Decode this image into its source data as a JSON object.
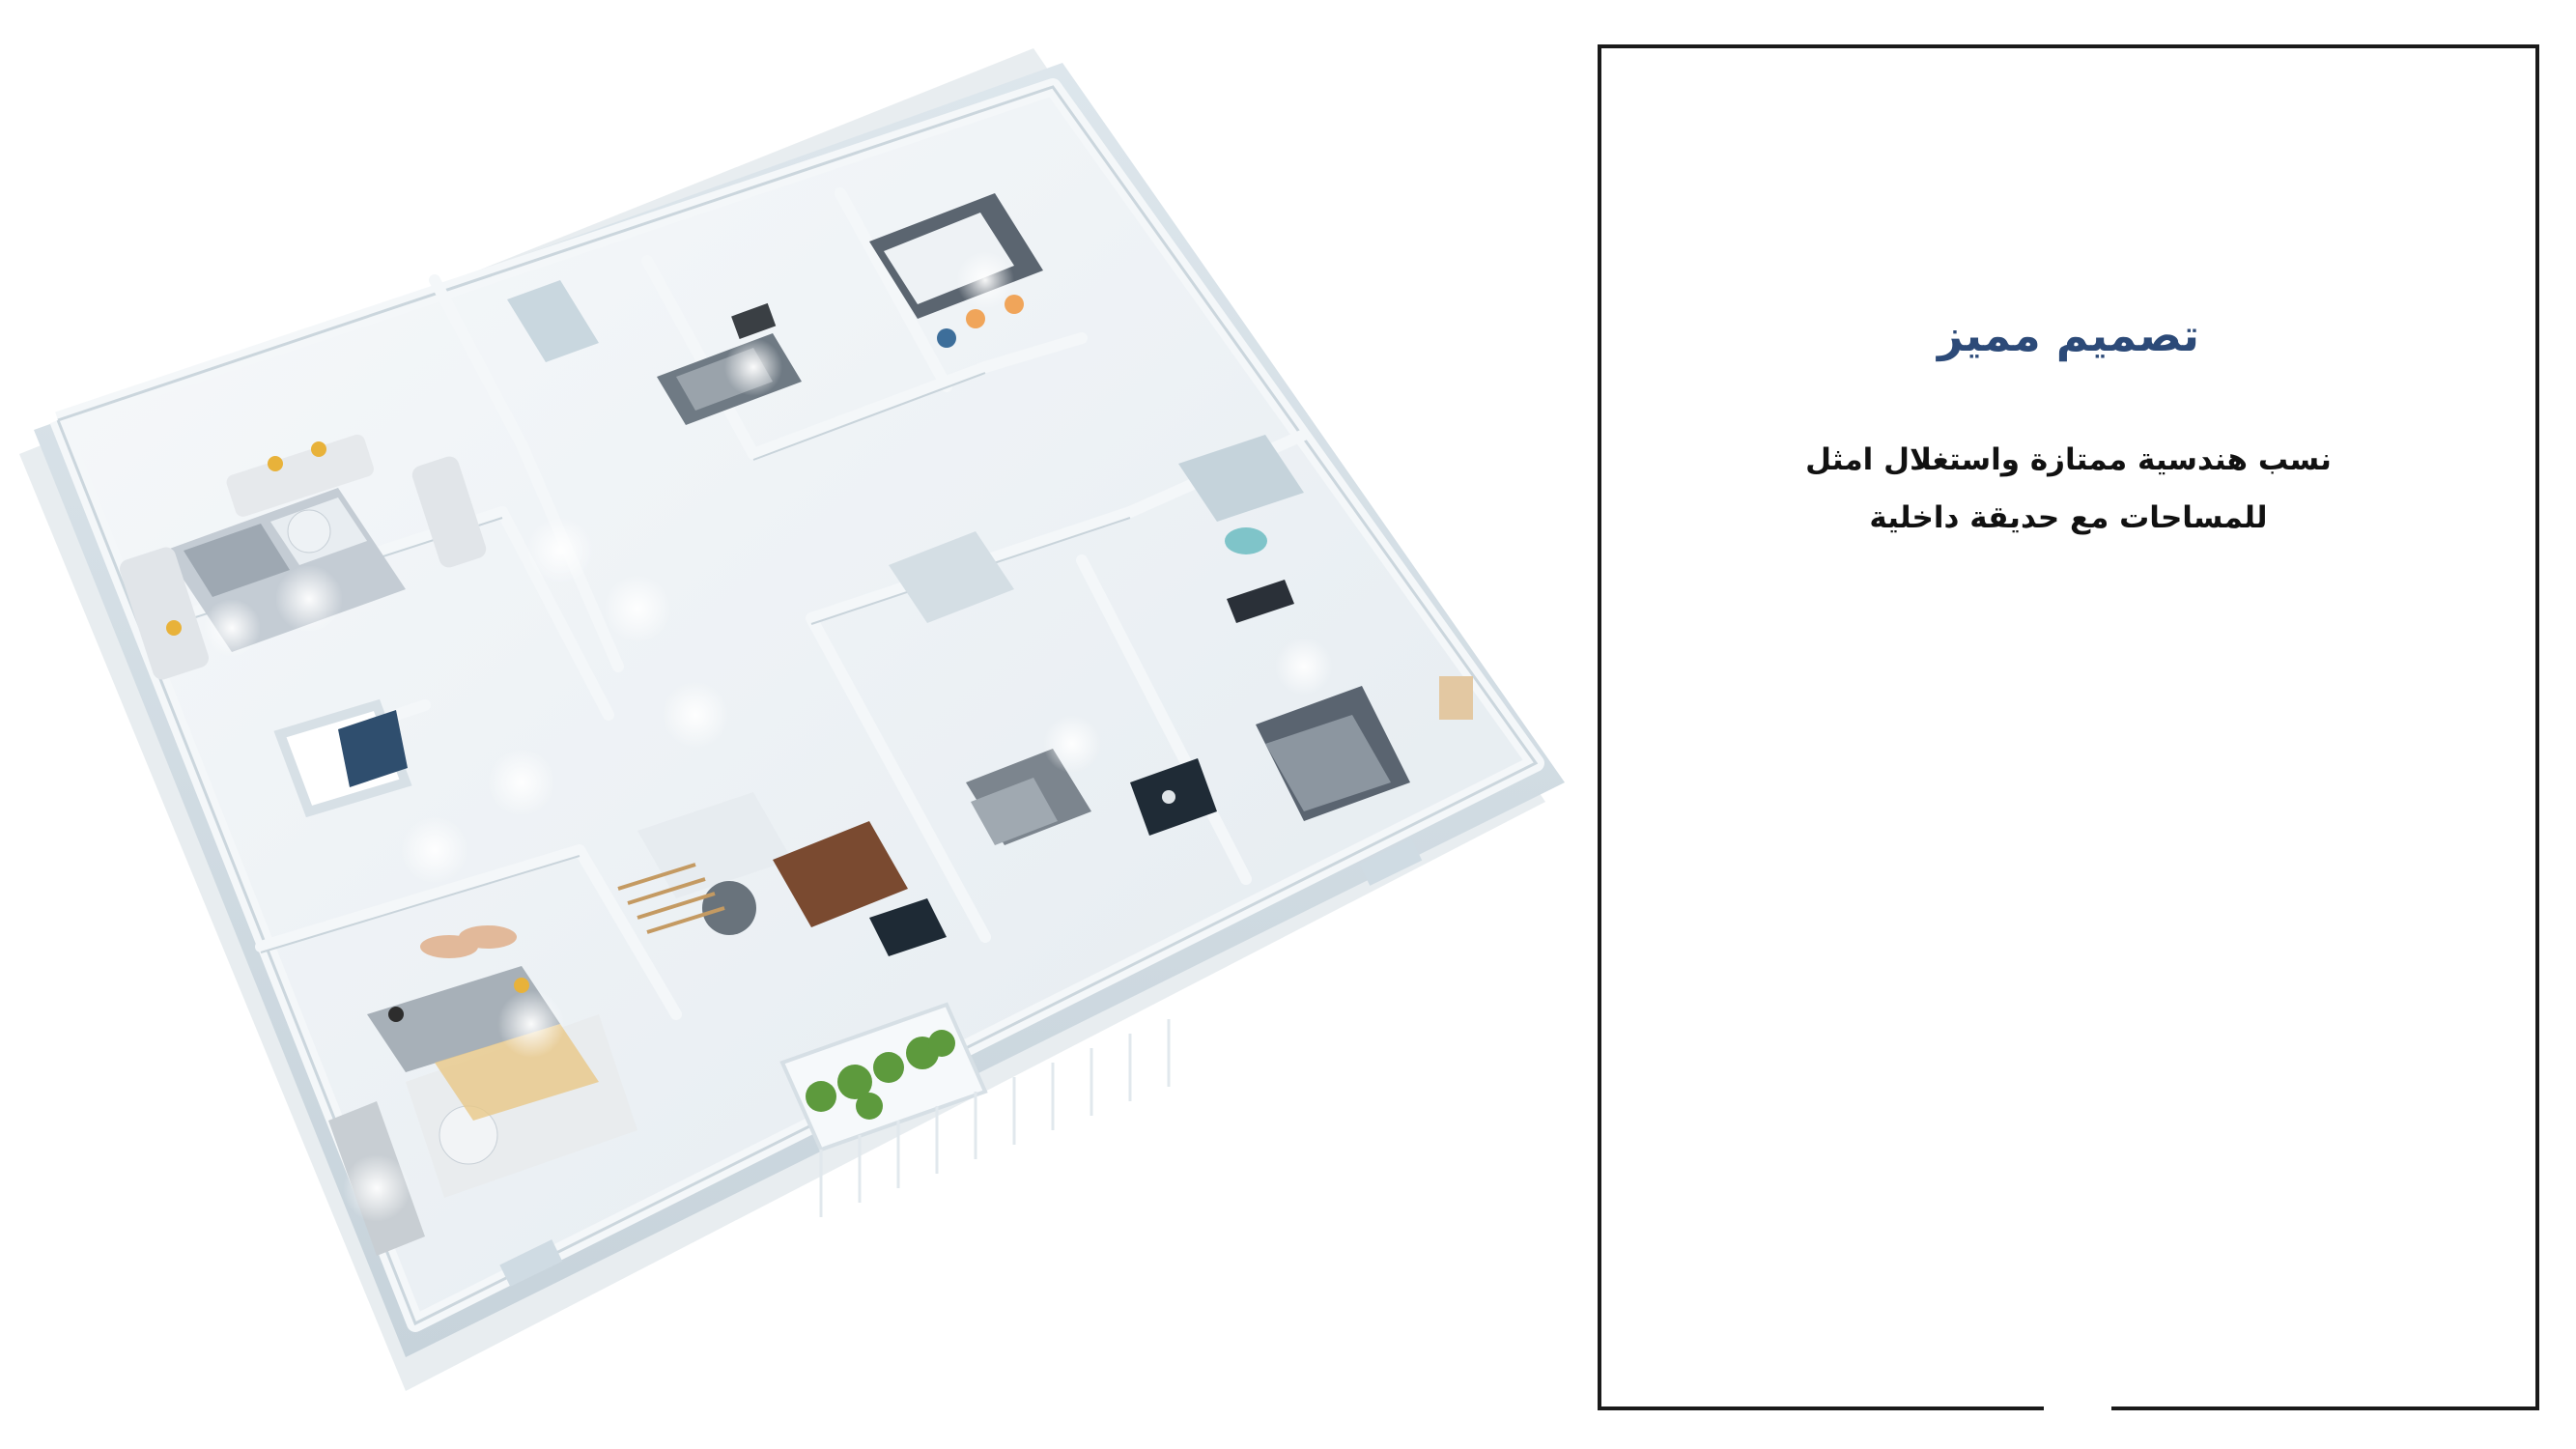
{
  "panel": {
    "title": "تصميم مميز",
    "lines": [
      "نسب هندسية ممتازة واستغلال امثل",
      "للمساحات مع حديقة داخلية"
    ]
  },
  "colors": {
    "title": "#2c4a78",
    "text": "#111111",
    "border": "#1a1a1a",
    "wall": "#e9eff3",
    "floor": "#f3f6f8"
  }
}
